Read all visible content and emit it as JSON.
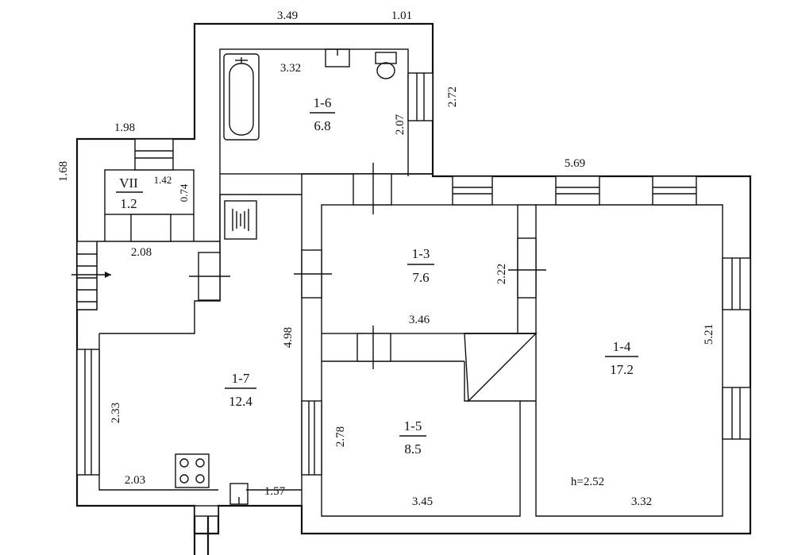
{
  "rooms": [
    {
      "id": "1-6",
      "area": "6.8"
    },
    {
      "id": "VII",
      "area": "1.2"
    },
    {
      "id": "1-3",
      "area": "7.6"
    },
    {
      "id": "1-4",
      "area": "17.2"
    },
    {
      "id": "1-7",
      "area": "12.4"
    },
    {
      "id": "1-5",
      "area": "8.5"
    }
  ],
  "dimensions": {
    "top_left": "3.49",
    "top_right": "1.01",
    "bath_inner": "3.32",
    "bath_side_right": "2.72",
    "bath_side_inner": "2.07",
    "left_top": "1.98",
    "left_side": "1.68",
    "vii_width": "1.42",
    "vii_height": "0.74",
    "vestibule": "2.08",
    "big_top": "5.69",
    "r13_height": "2.22",
    "r13_width": "3.46",
    "r17_height": "4.98",
    "r14_height": "5.21",
    "r17_left": "2.33",
    "r15_height": "2.78",
    "r17_bottom_left": "2.03",
    "r17_bottom_right": "1.57",
    "r15_bottom": "3.45",
    "r14_bottom": "3.32",
    "ceiling": "h=2.52"
  }
}
